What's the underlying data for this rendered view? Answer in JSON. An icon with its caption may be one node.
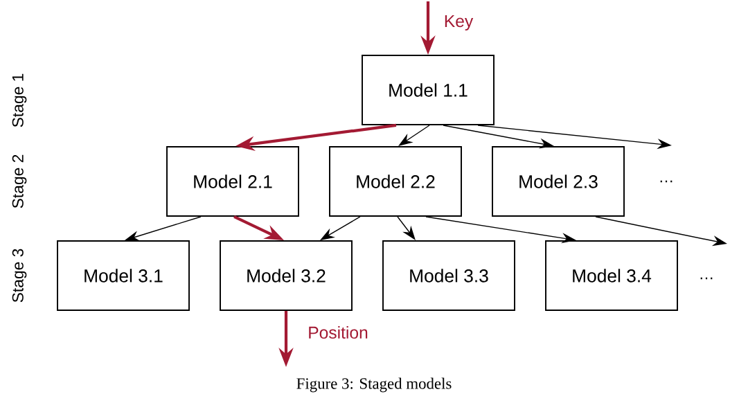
{
  "diagram": {
    "caption": "Figure 3: Staged models",
    "nodes": [
      {
        "text": [
          "Model 1.1"
        ]
      },
      {
        "text": [
          "Model 2.1"
        ]
      },
      {
        "text": [
          "Model 2.2"
        ]
      },
      {
        "text": [
          "Model 2.3"
        ]
      },
      {
        "text": [
          "Model 3.1"
        ]
      },
      {
        "text": [
          "Model 3.2"
        ]
      },
      {
        "text": [
          "Model 3.3"
        ]
      },
      {
        "text": [
          "Model 3.4"
        ]
      }
    ],
    "edges": [
      {
        "from": null,
        "to": 0,
        "arrow": "to",
        "label": "Key",
        "style": "thick",
        "color": "#a31a33"
      },
      {
        "from": 0,
        "to": 1,
        "arrow": "to",
        "style": "thick",
        "color": "#a31a33"
      },
      {
        "from": 0,
        "to": 2,
        "arrow": "to"
      },
      {
        "from": 0,
        "to": 3,
        "arrow": "to"
      },
      {
        "from": 0,
        "to": null,
        "arrow": "to"
      },
      {
        "from": 1,
        "to": 4,
        "arrow": "to"
      },
      {
        "from": 1,
        "to": 5,
        "arrow": "to",
        "style": "thick",
        "color": "#a31a33"
      },
      {
        "from": 2,
        "to": 5,
        "arrow": "to"
      },
      {
        "from": 2,
        "to": 6,
        "arrow": "to"
      },
      {
        "from": 2,
        "to": 7,
        "arrow": "to"
      },
      {
        "from": 3,
        "to": null,
        "arrow": "to"
      },
      {
        "from": 5,
        "to": null,
        "arrow": "to",
        "label": "Position",
        "style": "thick",
        "color": "#a31a33"
      }
    ],
    "labels": [
      "Stage 1",
      "Stage 2",
      "…",
      "Stage 3",
      "…"
    ]
  }
}
